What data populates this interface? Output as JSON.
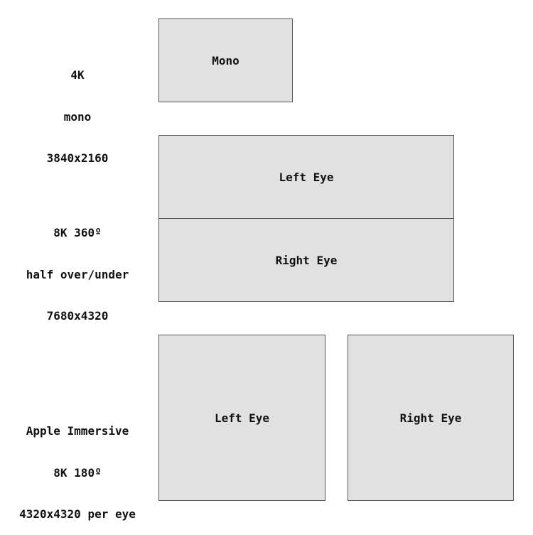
{
  "rows": [
    {
      "label_lines": [
        "4K",
        "mono",
        "3840x2160"
      ],
      "boxes": [
        "Mono"
      ]
    },
    {
      "label_lines": [
        "8K 360º",
        "half over/under",
        "7680x4320"
      ],
      "boxes": [
        "Left Eye",
        "Right Eye"
      ]
    },
    {
      "label_lines": [
        "Apple Immersive",
        "8K 180º",
        "4320x4320 per eye"
      ],
      "boxes": [
        "Left Eye",
        "Right Eye"
      ]
    }
  ]
}
